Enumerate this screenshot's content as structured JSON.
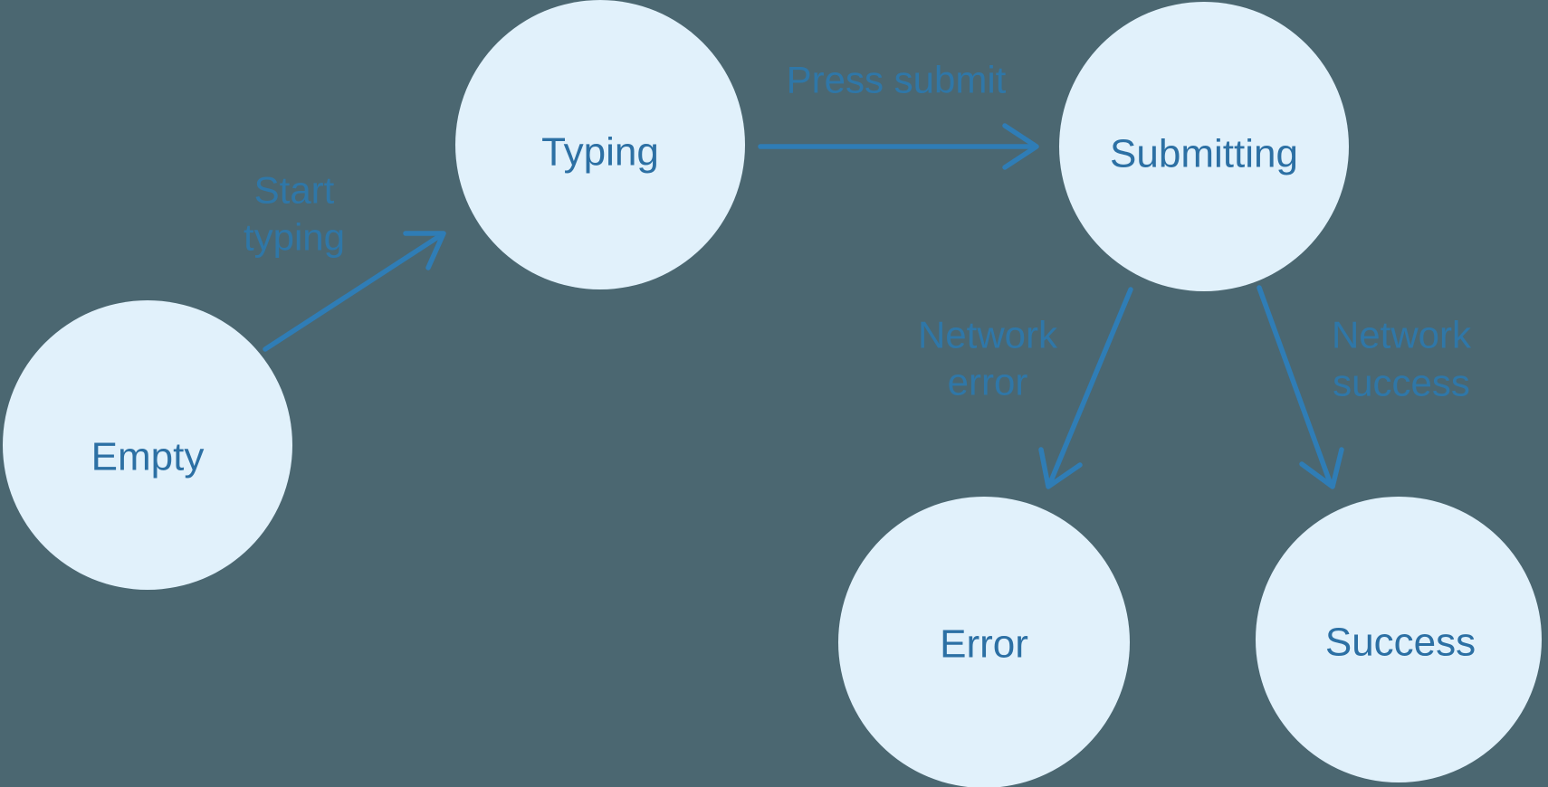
{
  "colors": {
    "background": "#4B6771",
    "node_fill": "#E1F1FB",
    "node_label": "#2C70A4",
    "edge_label": "#2F77A8",
    "arrow": "#2F7DB6"
  },
  "nodes": [
    {
      "id": "empty",
      "label": "Empty"
    },
    {
      "id": "typing",
      "label": "Typing"
    },
    {
      "id": "submitting",
      "label": "Submitting"
    },
    {
      "id": "error",
      "label": "Error"
    },
    {
      "id": "success",
      "label": "Success"
    }
  ],
  "edges": [
    {
      "id": "start-typing",
      "from": "empty",
      "to": "typing",
      "lines": [
        "Start",
        "typing"
      ]
    },
    {
      "id": "press-submit",
      "from": "typing",
      "to": "submitting",
      "lines": [
        "Press submit"
      ]
    },
    {
      "id": "network-error",
      "from": "submitting",
      "to": "error",
      "lines": [
        "Network",
        "error"
      ]
    },
    {
      "id": "network-success",
      "from": "submitting",
      "to": "success",
      "lines": [
        "Network",
        "success"
      ]
    }
  ]
}
